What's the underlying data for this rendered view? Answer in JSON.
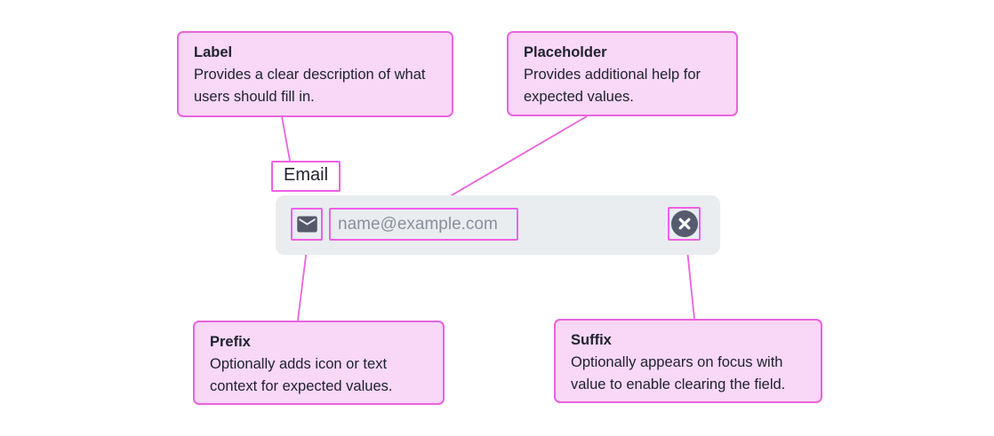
{
  "colors": {
    "page_bg": "#FFFFFF",
    "callout_fill": "#F8D7F7",
    "callout_border": "#E963DE",
    "connector": "#E963DE",
    "highlight_border": "#F25FE8",
    "input_bg": "#E9EDF0",
    "icon_slate": "#545969",
    "clear_bg": "#565B6E",
    "placeholder_text": "#8A909C",
    "text_dark": "#20232F"
  },
  "callouts": [
    {
      "id": "label",
      "title": "Label",
      "body": "Provides a clear description of what users should fill in."
    },
    {
      "id": "placeholder",
      "title": "Placeholder",
      "body": "Provides additional help for expected values."
    },
    {
      "id": "prefix",
      "title": "Prefix",
      "body": "Optionally adds icon or text context for expected values."
    },
    {
      "id": "suffix",
      "title": "Suffix",
      "body": "Optionally appears on focus with value to enable clearing the field."
    }
  ],
  "field": {
    "label": "Email",
    "placeholder": "name@example.com",
    "prefix_icon": "envelope-icon",
    "suffix_icon": "close-icon"
  }
}
